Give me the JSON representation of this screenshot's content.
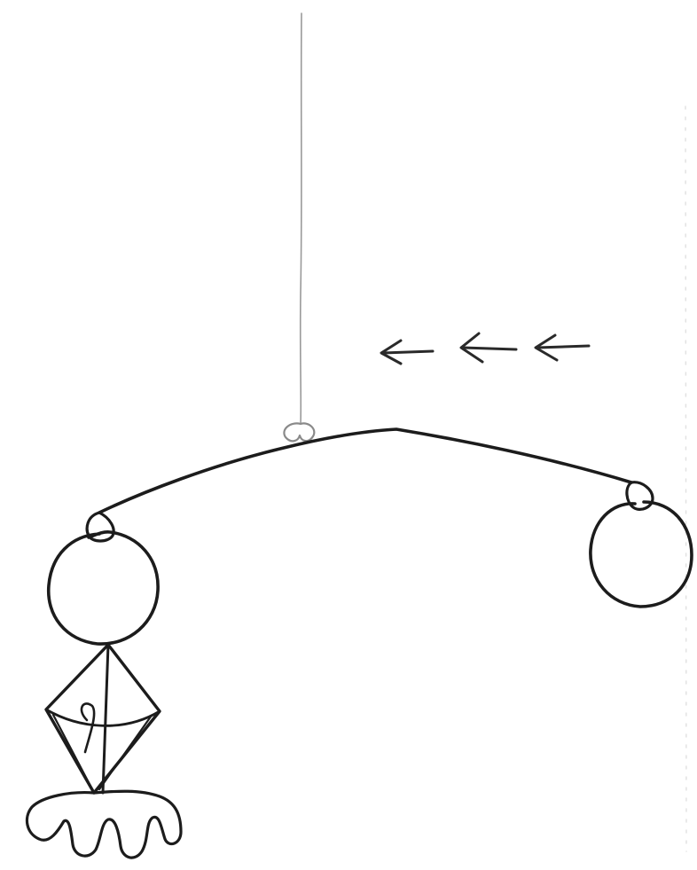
{
  "figure": {
    "description_text": "",
    "colors": {
      "background": "#ffffff",
      "ink": "#1c1c1c",
      "string": "#9a9a9a",
      "edge_speckle": "#d8d8d8"
    },
    "parts": [
      "suspension-string",
      "string-hook",
      "balance-beam",
      "left-ring-loop",
      "left-circle",
      "right-ring-loop",
      "right-circle",
      "kite-figure",
      "jellyfish-base",
      "motion-arrows"
    ],
    "arrow_direction": "left",
    "arrow_count": 3
  }
}
